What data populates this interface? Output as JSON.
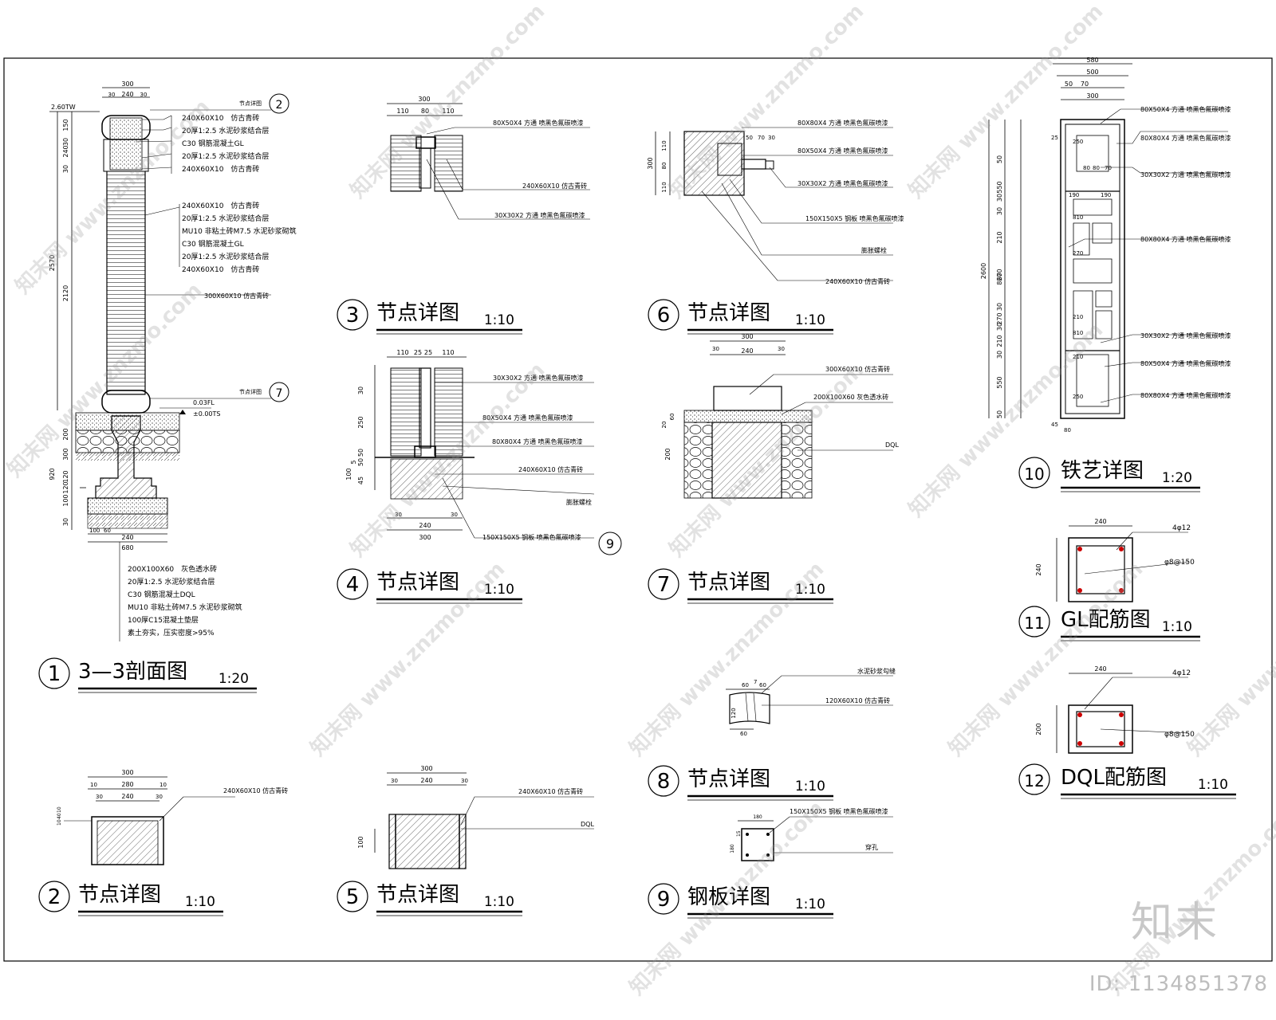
{
  "drawings": [
    {
      "num": "1",
      "title": "3—3剖面图",
      "scale": "1:20"
    },
    {
      "num": "2",
      "title": "节点详图",
      "scale": "1:10"
    },
    {
      "num": "3",
      "title": "节点详图",
      "scale": "1:10"
    },
    {
      "num": "4",
      "title": "节点详图",
      "scale": "1:10"
    },
    {
      "num": "5",
      "title": "节点详图",
      "scale": "1:10"
    },
    {
      "num": "6",
      "title": "节点详图",
      "scale": "1:10"
    },
    {
      "num": "7",
      "title": "节点详图",
      "scale": "1:10"
    },
    {
      "num": "8",
      "title": "节点详图",
      "scale": "1:10"
    },
    {
      "num": "9",
      "title": "钢板详图",
      "scale": "1:10"
    },
    {
      "num": "10",
      "title": "铁艺详图",
      "scale": "1:20"
    },
    {
      "num": "11",
      "title": "GL配筋图",
      "scale": "1:10"
    },
    {
      "num": "12",
      "title": "DQL配筋图",
      "scale": "1:10"
    }
  ],
  "d1": {
    "dim_top": [
      "300",
      "240",
      "30",
      "30"
    ],
    "dims_left": [
      "150",
      "30",
      "240",
      "30",
      "2570",
      "2120",
      "920",
      "200",
      "300",
      "120",
      "120",
      "100",
      "30"
    ],
    "dims_bottom": [
      "100",
      "60",
      "240",
      "680"
    ],
    "levels": [
      "2.60TW",
      "0.03FL",
      "±0.00TS"
    ],
    "ref_labels": [
      "节点详图",
      "节点详图"
    ],
    "ref_nums": [
      "2",
      "7"
    ],
    "top_notes": [
      "240X60X10　仿古青砖",
      "20厚1:2.5 水泥砂浆结合层",
      "C30 钢筋混凝土GL",
      "20厚1:2.5 水泥砂浆结合层",
      "240X60X10　仿古青砖"
    ],
    "mid_notes": [
      "240X60X10　仿古青砖",
      "20厚1:2.5 水泥砂浆结合层",
      "MU10 非粘土砖M7.5 水泥砂浆砌筑",
      "C30 钢筋混凝土GL",
      "20厚1:2.5 水泥砂浆结合层",
      "240X60X10　仿古青砖"
    ],
    "shaft_note": "300X60X10 仿古青砖",
    "bottom_notes": [
      "200X100X60　灰色透水砖",
      "20厚1:2.5 水泥砂浆结合层",
      "C30 钢筋混凝土DQL",
      "MU10 非粘土砖M7.5 水泥砂浆砌筑",
      "100厚C15混凝土垫层",
      "素土夯实，压实密度>95%"
    ]
  },
  "d2": {
    "dims": [
      "300",
      "10",
      "280",
      "10",
      "240",
      "30",
      "30"
    ],
    "side": [
      "10",
      "40",
      "10"
    ],
    "note": "240X60X10 仿古青砖"
  },
  "d3": {
    "dims": [
      "300",
      "110",
      "80",
      "110"
    ],
    "notes": [
      "80X50X4 方通 喷黑色氟碳喷漆",
      "240X60X10 仿古青砖",
      "30X30X2 方通 喷黑色氟碳喷漆"
    ]
  },
  "d4": {
    "dims_top": [
      "110",
      "25",
      "25",
      "110"
    ],
    "dims_left": [
      "30",
      "250",
      "50",
      "50",
      "100",
      "5",
      "45"
    ],
    "dims_bottom": [
      "30",
      "30",
      "240",
      "300"
    ],
    "notes": [
      "30X30X2 方通 喷黑色氟碳喷漆",
      "80X50X4 方通 喷黑色氟碳喷漆",
      "80X80X4 方通 喷黑色氟碳喷漆",
      "240X60X10 仿古青砖",
      "膨胀螺栓",
      "150X150X5 钢板 喷黑色氟碳喷漆"
    ],
    "ref_num": "9"
  },
  "d5": {
    "dims": [
      "300",
      "30",
      "240",
      "30"
    ],
    "side": "100",
    "notes": [
      "240X60X10 仿古青砖",
      "DQL"
    ]
  },
  "d6": {
    "dims_left": [
      "300",
      "110",
      "80",
      "110"
    ],
    "dims_top": [
      "50",
      "70",
      "30"
    ],
    "notes": [
      "80X80X4 方通 喷黑色氟碳喷漆",
      "80X50X4 方通 喷黑色氟碳喷漆",
      "30X30X2 方通 喷黑色氟碳喷漆",
      "150X150X5 钢板 喷黑色氟碳喷漆",
      "膨胀螺栓",
      "240X60X10 仿古青砖"
    ]
  },
  "d7": {
    "dims": [
      "300",
      "30",
      "240",
      "30"
    ],
    "dims_left": [
      "20",
      "60",
      "200"
    ],
    "notes": [
      "300X60X10 仿古青砖",
      "200X100X60 灰色透水砖",
      "DQL"
    ]
  },
  "d8": {
    "dims": [
      "60",
      "7",
      "60",
      "60"
    ],
    "side": "120",
    "notes": [
      "水泥砂浆勾缝",
      "120X60X10 仿古青砖"
    ]
  },
  "d9": {
    "dims": [
      "180",
      "15",
      "180"
    ],
    "notes": [
      "150X150X5 钢板 喷黑色氟碳喷漆",
      "穿孔"
    ]
  },
  "d10": {
    "dims_top": [
      "580",
      "500",
      "50",
      "70",
      "300"
    ],
    "dims_left": [
      "2600",
      "50",
      "550",
      "30",
      "30",
      "210",
      "270",
      "860",
      "30",
      "270",
      "30",
      "210",
      "30",
      "550",
      "50"
    ],
    "inner": [
      "25",
      "250",
      "250",
      "80",
      "80",
      "70",
      "190",
      "190",
      "810",
      "270",
      "810",
      "210",
      "210"
    ],
    "notes": [
      "80X50X4 方通 喷黑色氟碳喷漆",
      "80X80X4 方通 喷黑色氟碳喷漆",
      "30X30X2 方通 喷黑色氟碳喷漆",
      "80X80X4 方通 喷黑色氟碳喷漆",
      "30X30X2 方通 喷黑色氟碳喷漆",
      "80X50X4 方通 喷黑色氟碳喷漆",
      "80X80X4 方通 喷黑色氟碳喷漆"
    ],
    "bottom": [
      "45",
      "80"
    ]
  },
  "d11": {
    "w": "240",
    "h": "240",
    "notes": [
      "4φ12",
      "φ8@150"
    ]
  },
  "d12": {
    "w": "240",
    "h": "200",
    "notes": [
      "4φ12",
      "φ8@150"
    ]
  },
  "watermark_text": "www.znzmo.com",
  "watermark_cn": "知末网",
  "logo": "知末",
  "image_id": "ID: 1134851378"
}
